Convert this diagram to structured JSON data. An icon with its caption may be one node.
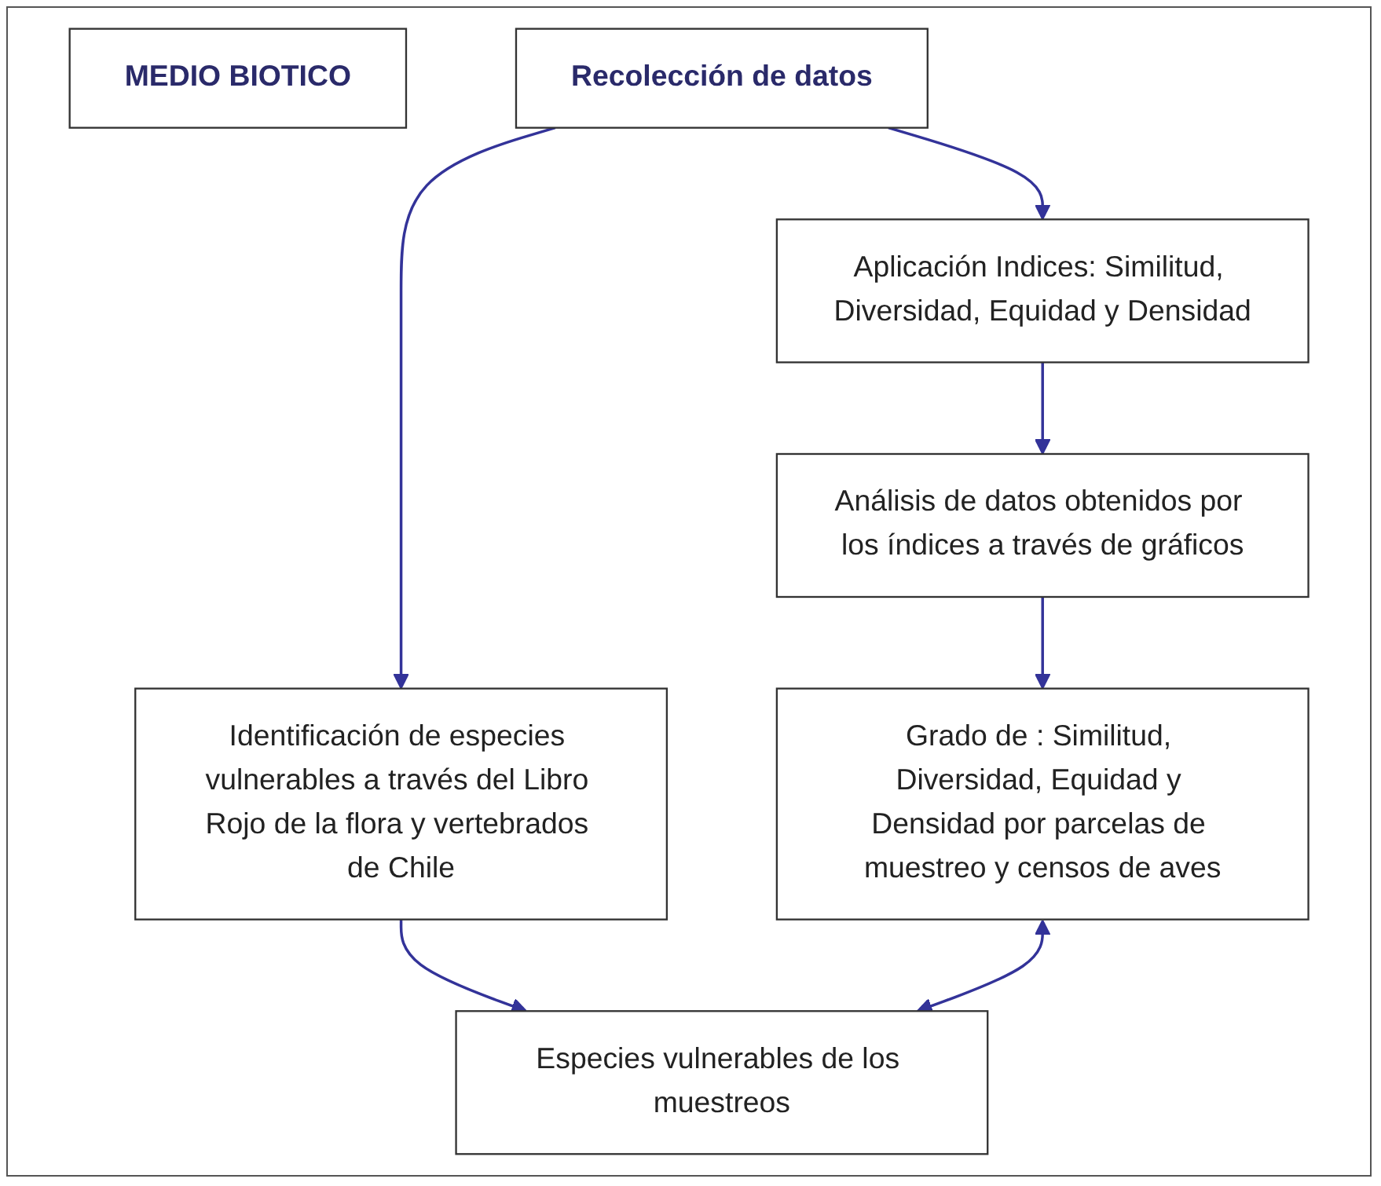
{
  "diagram": {
    "nodes": [
      {
        "text": [
          "MEDIO BIOTICO"
        ]
      },
      {
        "text": [
          "Recolección de datos"
        ]
      },
      {
        "text": [
          "Aplicación Indices: Similitud, Diversidad, Equidad y Densidad"
        ]
      },
      {
        "text": [
          "Identificación de especies vulnerables a través del Libro Rojo de la flora y vertebrados de Chile"
        ]
      },
      {
        "text": [
          "Análisis de datos obtenidos por los índices a través de gráficos"
        ]
      },
      {
        "text": [
          "Grado de : Similitud, Diversidad, Equidad y Densidad por parcelas de muestreo y censos de aves"
        ]
      },
      {
        "text": [
          "Especies vulnerables de los muestreos"
        ]
      }
    ],
    "edges": [
      {
        "from": 1,
        "to": 2,
        "arrow": "to"
      },
      {
        "from": 1,
        "to": 3,
        "arrow": "to"
      },
      {
        "from": 2,
        "to": 4,
        "arrow": "to"
      },
      {
        "from": 4,
        "to": 5,
        "arrow": "to"
      },
      {
        "from": 3,
        "to": 6,
        "arrow": "to"
      },
      {
        "from": 5,
        "to": 6,
        "arrow": "both"
      }
    ]
  }
}
